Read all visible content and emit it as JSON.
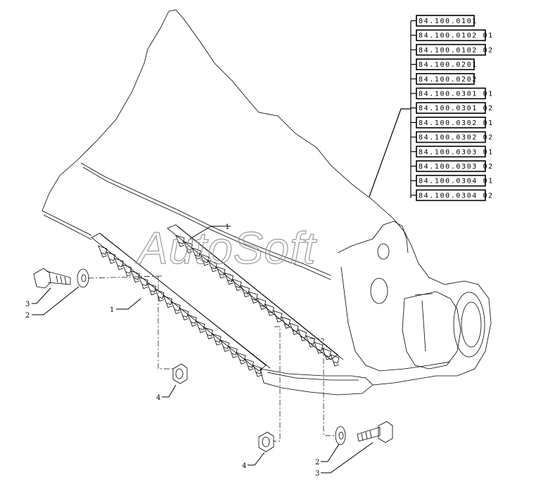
{
  "watermark": "AutoSoft",
  "reference_codes": [
    "84.100.0101",
    "84.100.0102 01",
    "84.100.0102 02",
    "84.100.0201",
    "84.100.0202",
    "84.100.0301 01",
    "84.100.0301 02",
    "84.100.0302 01",
    "84.100.0302 02",
    "84.100.0303 01",
    "84.100.0303 02",
    "84.100.0304 01",
    "84.100.0304 02"
  ],
  "callouts": {
    "knife_upper": "1",
    "knife_lower": "1",
    "washer_left": "2",
    "bolt_left": "3",
    "nut_left": "4",
    "nut_bottom": "4",
    "washer_right": "2",
    "bolt_right": "3"
  },
  "colors": {
    "line": "#000000",
    "watermark": "#9a9a9a",
    "background": "#ffffff"
  }
}
